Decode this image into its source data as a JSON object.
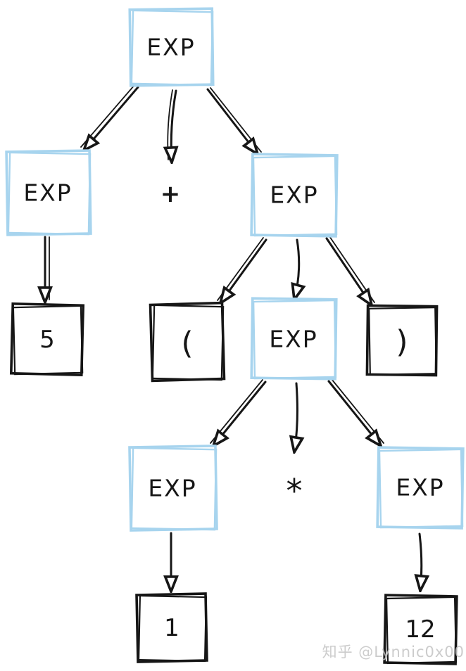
{
  "page": {
    "background": "#ffffff",
    "kind": "parse-tree-diagram"
  },
  "colors": {
    "nonterminal_border": "#a7d4ee",
    "terminal_border": "#161616",
    "text": "#161616",
    "arrow": "#161616",
    "watermark": "#c4c4c4"
  },
  "nodes": [
    {
      "id": "root",
      "label": "EXP",
      "kind": "nonterminal"
    },
    {
      "id": "exp-left",
      "label": "EXP",
      "kind": "nonterminal"
    },
    {
      "id": "plus",
      "label": "+",
      "kind": "operator"
    },
    {
      "id": "exp-right",
      "label": "EXP",
      "kind": "nonterminal"
    },
    {
      "id": "five",
      "label": "5",
      "kind": "terminal"
    },
    {
      "id": "lparen",
      "label": "(",
      "kind": "terminal"
    },
    {
      "id": "exp-inner",
      "label": "EXP",
      "kind": "nonterminal"
    },
    {
      "id": "rparen",
      "label": ")",
      "kind": "terminal"
    },
    {
      "id": "exp-mul-left",
      "label": "EXP",
      "kind": "nonterminal"
    },
    {
      "id": "star",
      "label": "*",
      "kind": "operator"
    },
    {
      "id": "exp-mul-right",
      "label": "EXP",
      "kind": "nonterminal"
    },
    {
      "id": "one",
      "label": "1",
      "kind": "terminal"
    },
    {
      "id": "twelve",
      "label": "12",
      "kind": "terminal"
    }
  ],
  "edges": [
    {
      "from": "root",
      "to": "exp-left"
    },
    {
      "from": "root",
      "to": "plus"
    },
    {
      "from": "root",
      "to": "exp-right"
    },
    {
      "from": "exp-left",
      "to": "five"
    },
    {
      "from": "exp-right",
      "to": "lparen"
    },
    {
      "from": "exp-right",
      "to": "exp-inner"
    },
    {
      "from": "exp-right",
      "to": "rparen"
    },
    {
      "from": "exp-inner",
      "to": "exp-mul-left"
    },
    {
      "from": "exp-inner",
      "to": "star"
    },
    {
      "from": "exp-inner",
      "to": "exp-mul-right"
    },
    {
      "from": "exp-mul-left",
      "to": "one"
    },
    {
      "from": "exp-mul-right",
      "to": "twelve"
    }
  ],
  "watermark": {
    "text": "知乎 @Lynnic0x00"
  }
}
